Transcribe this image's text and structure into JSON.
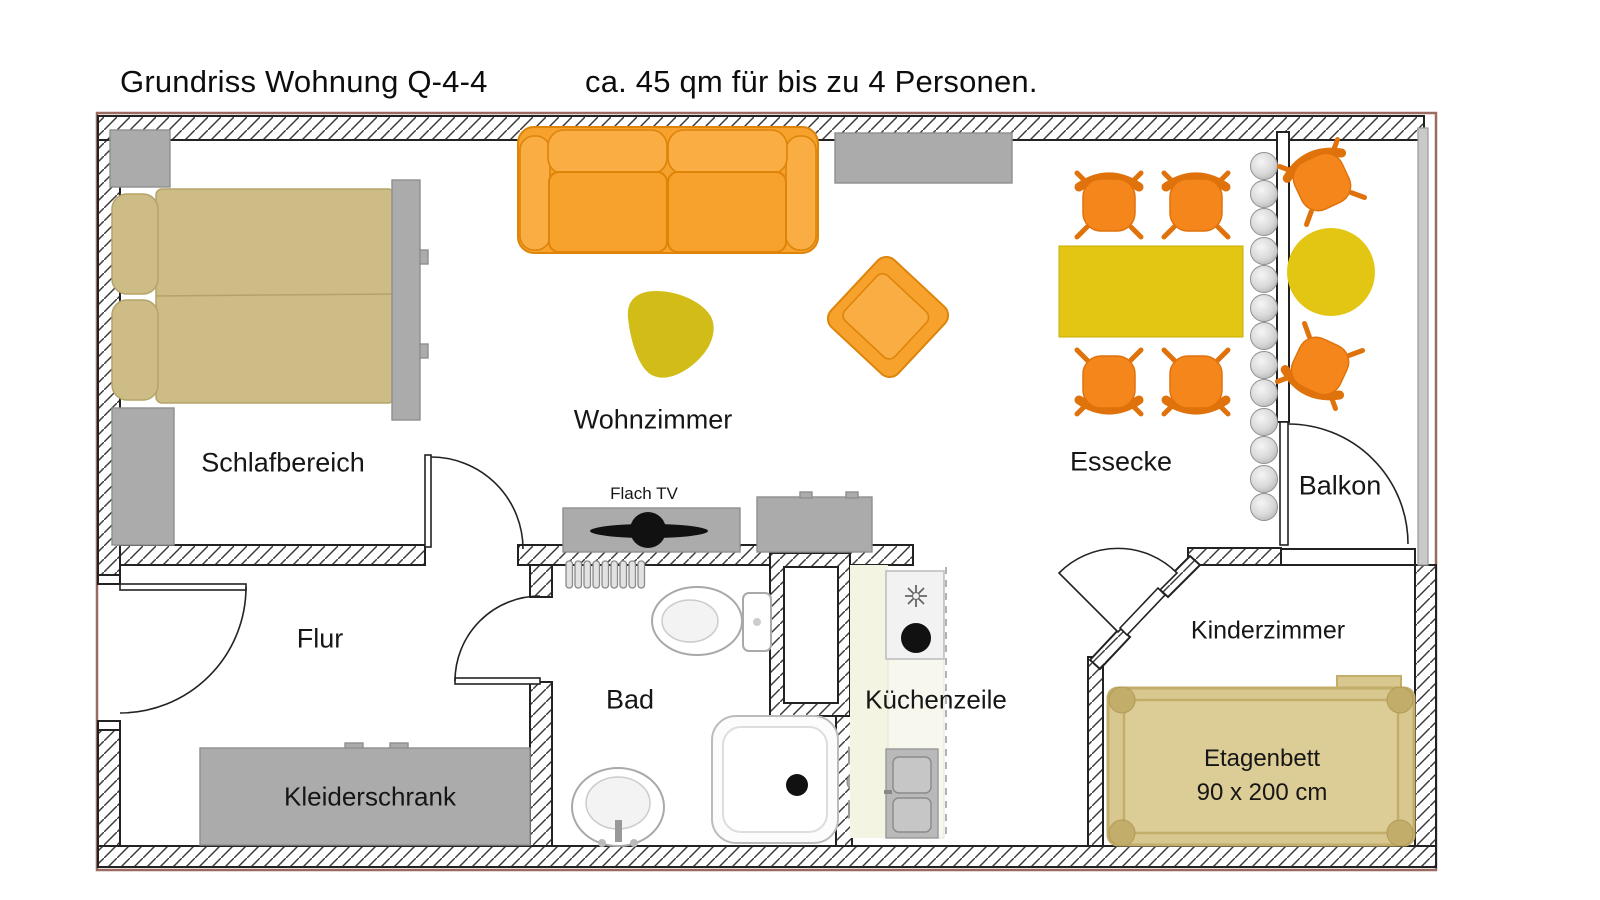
{
  "title": {
    "left": "Grundriss Wohnung Q-4-4",
    "right": "ca. 45 qm für bis zu 4 Personen."
  },
  "rooms": {
    "schlafbereich": "Schlafbereich",
    "wohnzimmer": "Wohnzimmer",
    "essecke": "Essecke",
    "balkon": "Balkon",
    "flur": "Flur",
    "bad": "Bad",
    "kuechenzeile": "Küchenzeile",
    "kinderzimmer": "Kinderzimmer"
  },
  "furniture_labels": {
    "flach_tv": "Flach TV",
    "kleiderschrank": "Kleiderschrank",
    "etagenbett_line1": "Etagenbett",
    "etagenbett_line2": "90 x 200 cm"
  },
  "colors": {
    "frame_brown": "#9b6b62",
    "wall_line": "#222222",
    "furniture_gray": "#ababab",
    "furniture_gray_border": "#8f8f8f",
    "sofa_orange": "#f6a22d",
    "sofa_orange_light": "#f9ad43",
    "orange_dark": "#dd8409",
    "chair_orange": "#f5861b",
    "chair_orange_dark": "#e0720c",
    "dining_yellow": "#e3c613",
    "coffee_yellow": "#d2bc17",
    "bed_tan": "#cdbc85",
    "bed_tan_dark": "#b3a369",
    "bunkbed_fill": "#d8c88f",
    "bunkbed_border": "#c2ad6b",
    "kitchen_cream": "#f3f5e2",
    "railing_gray": "#c9c9c9"
  }
}
